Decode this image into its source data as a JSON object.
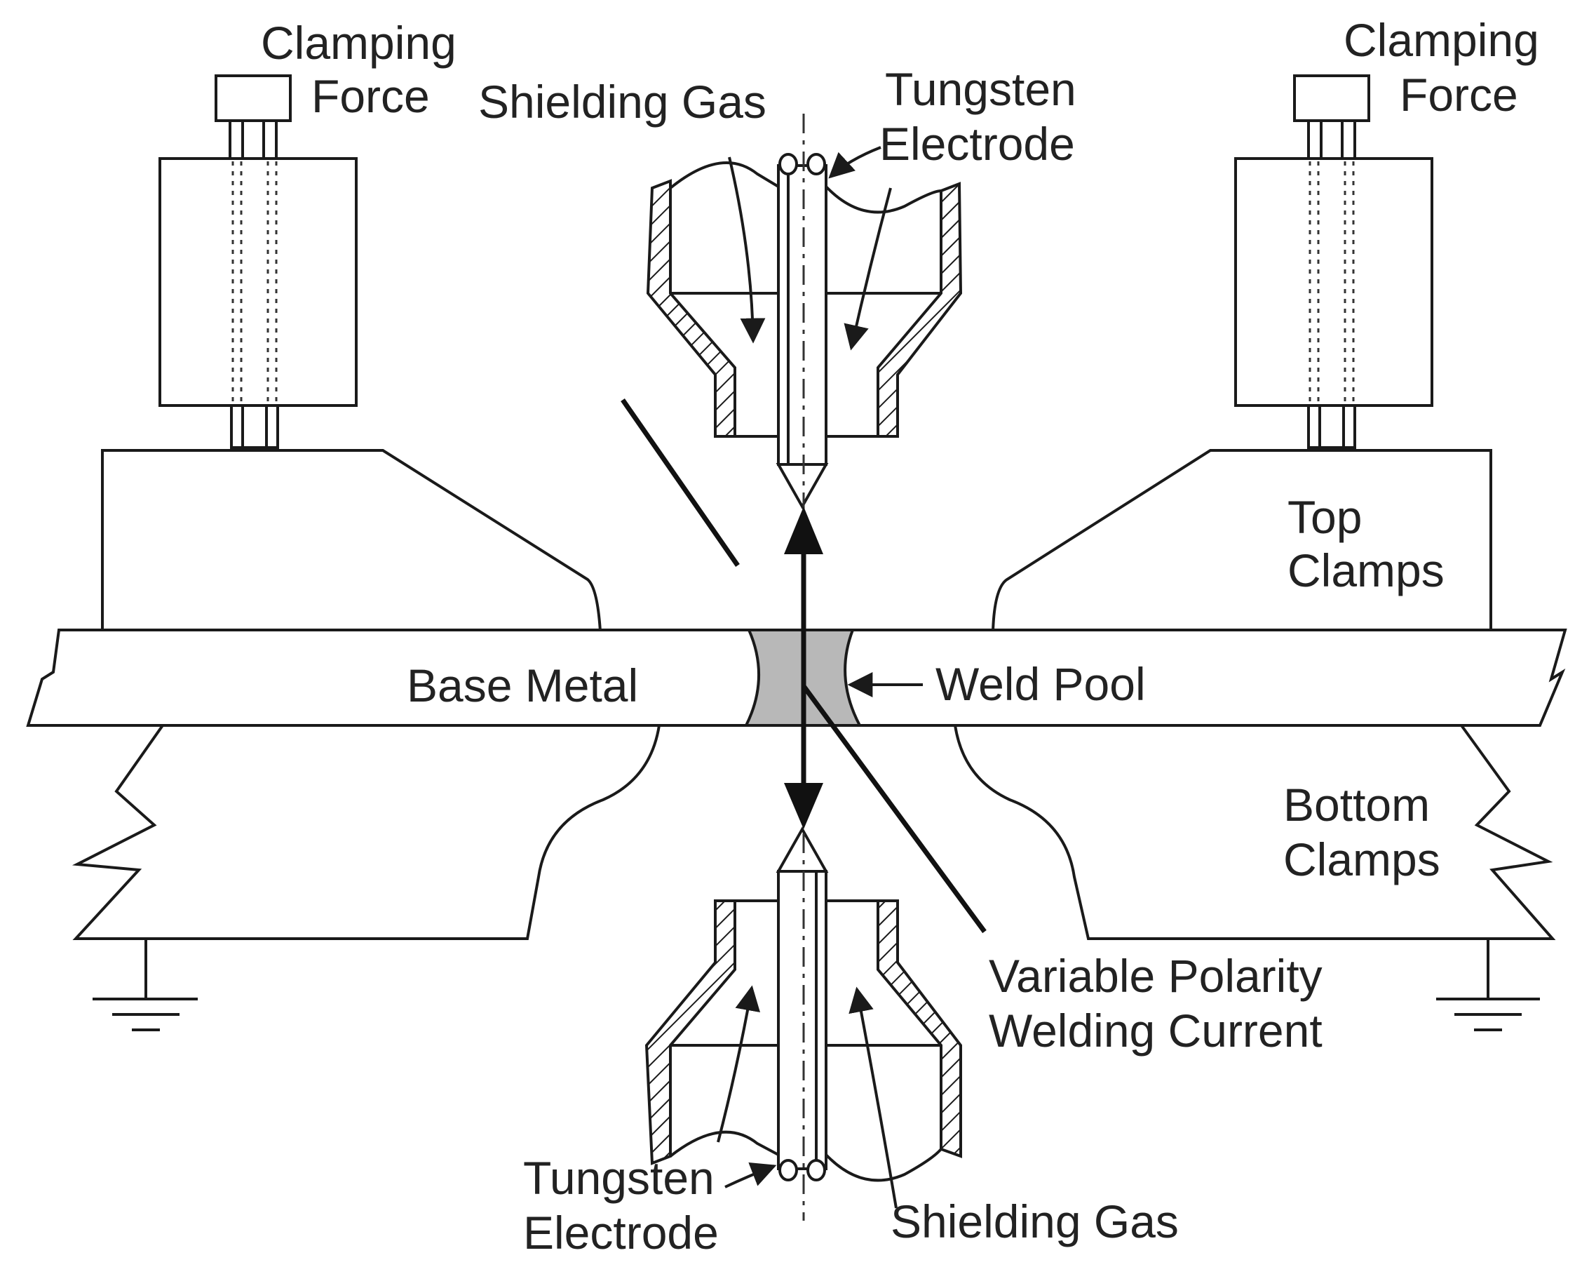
{
  "labels": {
    "clamping_force_left_1": "Clamping",
    "clamping_force_left_2": "Force",
    "clamping_force_right_1": "Clamping",
    "clamping_force_right_2": "Force",
    "shielding_gas_top": "Shielding Gas",
    "tungsten_top_1": "Tungsten",
    "tungsten_top_2": "Electrode",
    "top_clamps_1": "Top",
    "top_clamps_2": "Clamps",
    "base_metal": "Base Metal",
    "weld_pool": "Weld Pool",
    "bottom_clamps_1": "Bottom",
    "bottom_clamps_2": "Clamps",
    "vp_current_1": "Variable Polarity",
    "vp_current_2": "Welding Current",
    "tungsten_bottom_1": "Tungsten",
    "tungsten_bottom_2": "Electrode",
    "shielding_gas_bottom": "Shielding Gas"
  },
  "colors": {
    "line": "#1a1a1a",
    "weld_pool": "#b8b8b8",
    "background": "#ffffff"
  }
}
